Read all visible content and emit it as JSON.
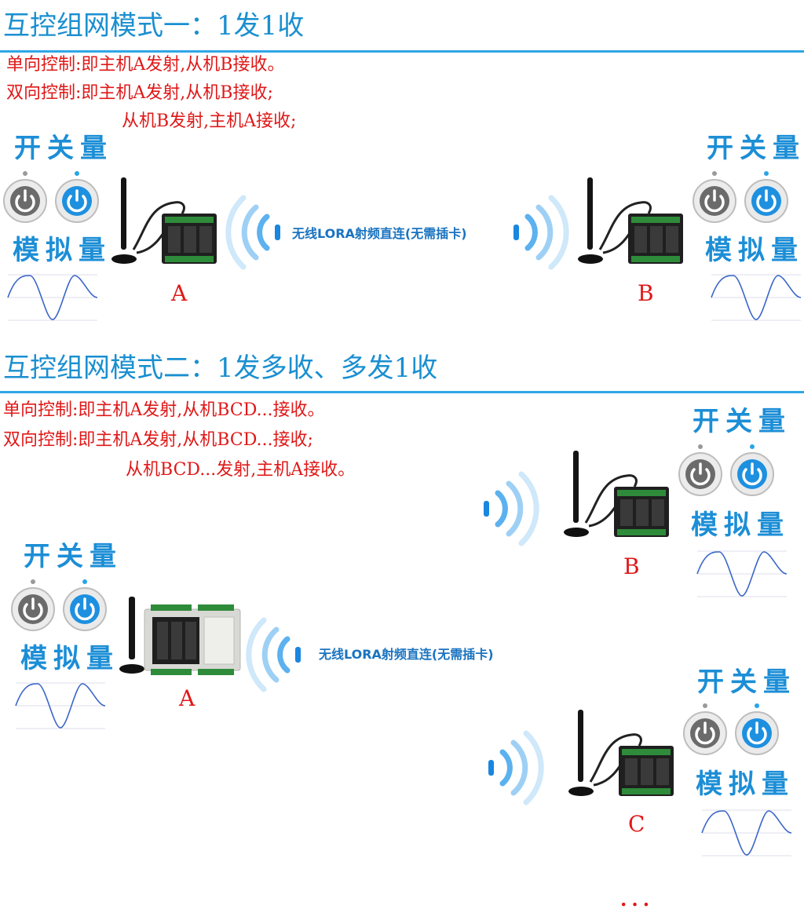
{
  "mode1": {
    "title": "互控组网模式一：1发1收",
    "line1": "单向控制:即主机A发射,从机B接收。",
    "line2": "双向控制:即主机A发射,从机B接收;",
    "line3": "从机B发射,主机A接收;",
    "link_label": "无线LORA射频直连(无需插卡)",
    "node_a": "A",
    "node_b": "B"
  },
  "mode2": {
    "title": "互控组网模式二：1发多收、多发1收",
    "line1": "单向控制:即主机A发射,从机BCD...接收。",
    "line2": "双向控制:即主机A发射,从机BCD...接收;",
    "line3": "从机BCD...发射,主机A接收。",
    "link_label": "无线LORA射频直连(无需插卡)",
    "node_a": "A",
    "node_b": "B",
    "node_c": "C",
    "more": "..."
  },
  "legend": {
    "switch_label": "开关量",
    "analog_label": "模拟量"
  },
  "colors": {
    "title": "#1a8fd0",
    "red": "#e01818",
    "blue": "#1c8ed6",
    "wave": "#3a66c8"
  }
}
